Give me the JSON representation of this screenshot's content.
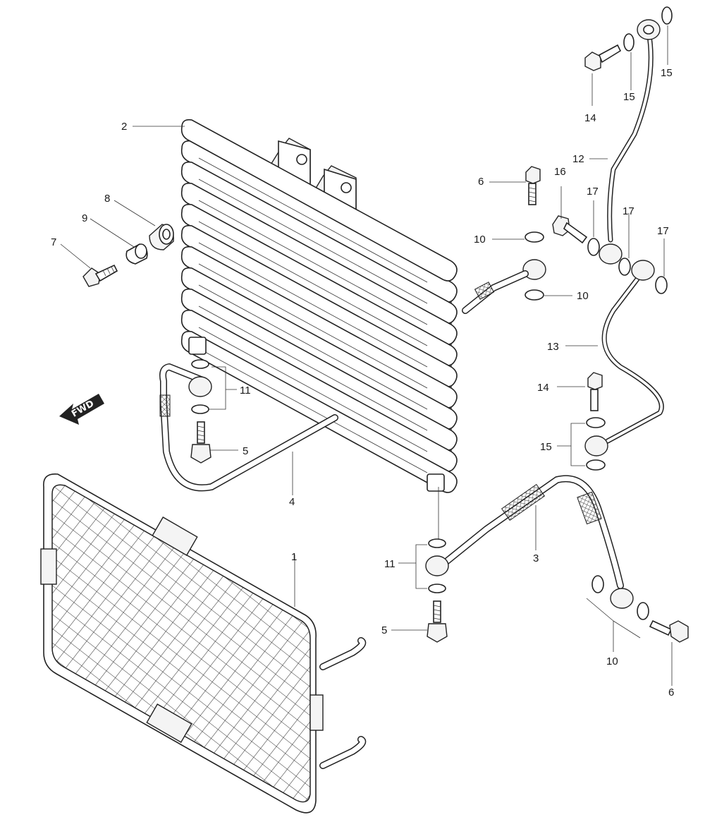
{
  "fwd_label": "FWD",
  "callouts": [
    {
      "id": "c2",
      "label": "2"
    },
    {
      "id": "c8",
      "label": "8"
    },
    {
      "id": "c9",
      "label": "9"
    },
    {
      "id": "c7",
      "label": "7"
    },
    {
      "id": "c11a",
      "label": "11"
    },
    {
      "id": "c5a",
      "label": "5"
    },
    {
      "id": "c4",
      "label": "4"
    },
    {
      "id": "c1",
      "label": "1"
    },
    {
      "id": "c6a",
      "label": "6"
    },
    {
      "id": "c10a",
      "label": "10"
    },
    {
      "id": "c10b",
      "label": "10"
    },
    {
      "id": "c16",
      "label": "16"
    },
    {
      "id": "c12",
      "label": "12"
    },
    {
      "id": "c14a",
      "label": "14"
    },
    {
      "id": "c15a",
      "label": "15"
    },
    {
      "id": "c15b",
      "label": "15"
    },
    {
      "id": "c17a",
      "label": "17"
    },
    {
      "id": "c17b",
      "label": "17"
    },
    {
      "id": "c17c",
      "label": "17"
    },
    {
      "id": "c13",
      "label": "13"
    },
    {
      "id": "c14b",
      "label": "14"
    },
    {
      "id": "c15c",
      "label": "15"
    },
    {
      "id": "c11b",
      "label": "11"
    },
    {
      "id": "c3",
      "label": "3"
    },
    {
      "id": "c5b",
      "label": "5"
    },
    {
      "id": "c10c",
      "label": "10"
    },
    {
      "id": "c6b",
      "label": "6"
    }
  ]
}
